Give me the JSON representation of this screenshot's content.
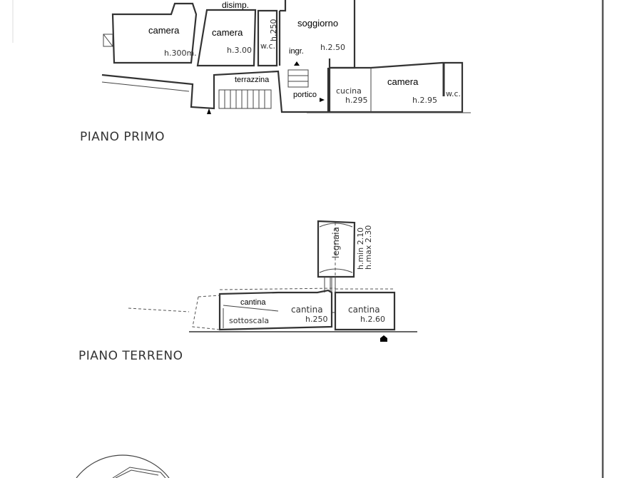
{
  "piano_primo": {
    "title": "PIANO PRIMO",
    "rooms": {
      "disimpegno": "disimp.",
      "camera1": "camera",
      "camera1_h": "h.300m.",
      "camera2": "camera",
      "camera2_h": "h.3.00",
      "wc1": "w.c.",
      "wc1_h": "h.250",
      "soggiorno": "soggiorno",
      "soggiorno_h": "h.2.50",
      "ingresso": "ingr.",
      "terrazzina": "terrazzina",
      "portico": "portico",
      "cucina": "cucina",
      "cucina_h": "h.295",
      "camera3": "camera",
      "camera3_h": "h.2.95",
      "wc2": "w.c."
    }
  },
  "piano_terreno": {
    "title": "PIANO TERRENO",
    "rooms": {
      "legnaia": "legnaia",
      "legnaia_hmin": "h.min 2.10",
      "legnaia_hmax": "h.max 2.30",
      "cantina1": "cantina",
      "sottoscala": "sottoscala",
      "cantina2": "cantina",
      "cantina2_h": "h.250",
      "cantina3": "cantina",
      "cantina3_h": "h.2.60"
    }
  }
}
